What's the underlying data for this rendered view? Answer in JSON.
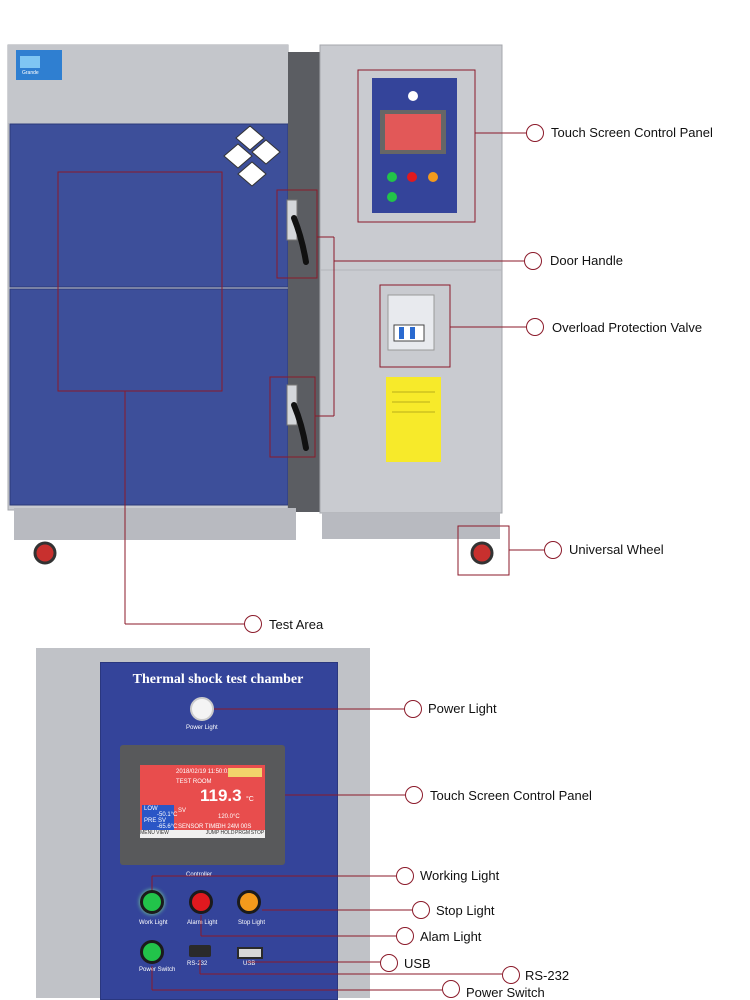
{
  "colors": {
    "accent_line": "#8b1a2a",
    "cabinet": "#c9cbd0",
    "door_blue": "#3d4f9a",
    "lamp_green": "#22c34a",
    "lamp_red": "#e0191f",
    "lamp_orange": "#f39a1c",
    "screen_red": "#e84d4d"
  },
  "panel": {
    "title": "Thermal shock test chamber",
    "power_light_label": "Power Light",
    "controller_label": "Controller",
    "work_light_label": "Work Light",
    "alarm_light_label": "Alarm Light",
    "stop_light_label": "Stop Light",
    "power_switch_label": "Power Switch",
    "rs232_label": "RS-232",
    "usb_label": "USB"
  },
  "screen": {
    "datetime": "2018/02/19 11:50:01",
    "mode": "TEST ROOM",
    "main_temp": "119.3",
    "unit": "°C",
    "sv_label": "SV",
    "sv_value": "120.0°C",
    "low_label": "LOW",
    "low_value": "-50.1°C",
    "pre_label": "PRE SV",
    "pre_value": "-65.6°C",
    "sensor_label": "SENSOR TIME",
    "sensor_value": "0H 24M 00S",
    "buttons": [
      "MENU",
      "VIEW",
      "JUMP",
      "HOLD",
      "PRGM",
      "STOP"
    ]
  },
  "callouts_top": [
    "Touch Screen Control Panel",
    "Door Handle",
    "Overload Protection Valve",
    "Universal Wheel",
    "Test Area"
  ],
  "callouts_bottom": [
    "Power Light",
    "Touch Screen Control Panel",
    "Working Light",
    "Stop Light",
    "Alam Light",
    "USB",
    "RS-232",
    "Power Switch"
  ]
}
